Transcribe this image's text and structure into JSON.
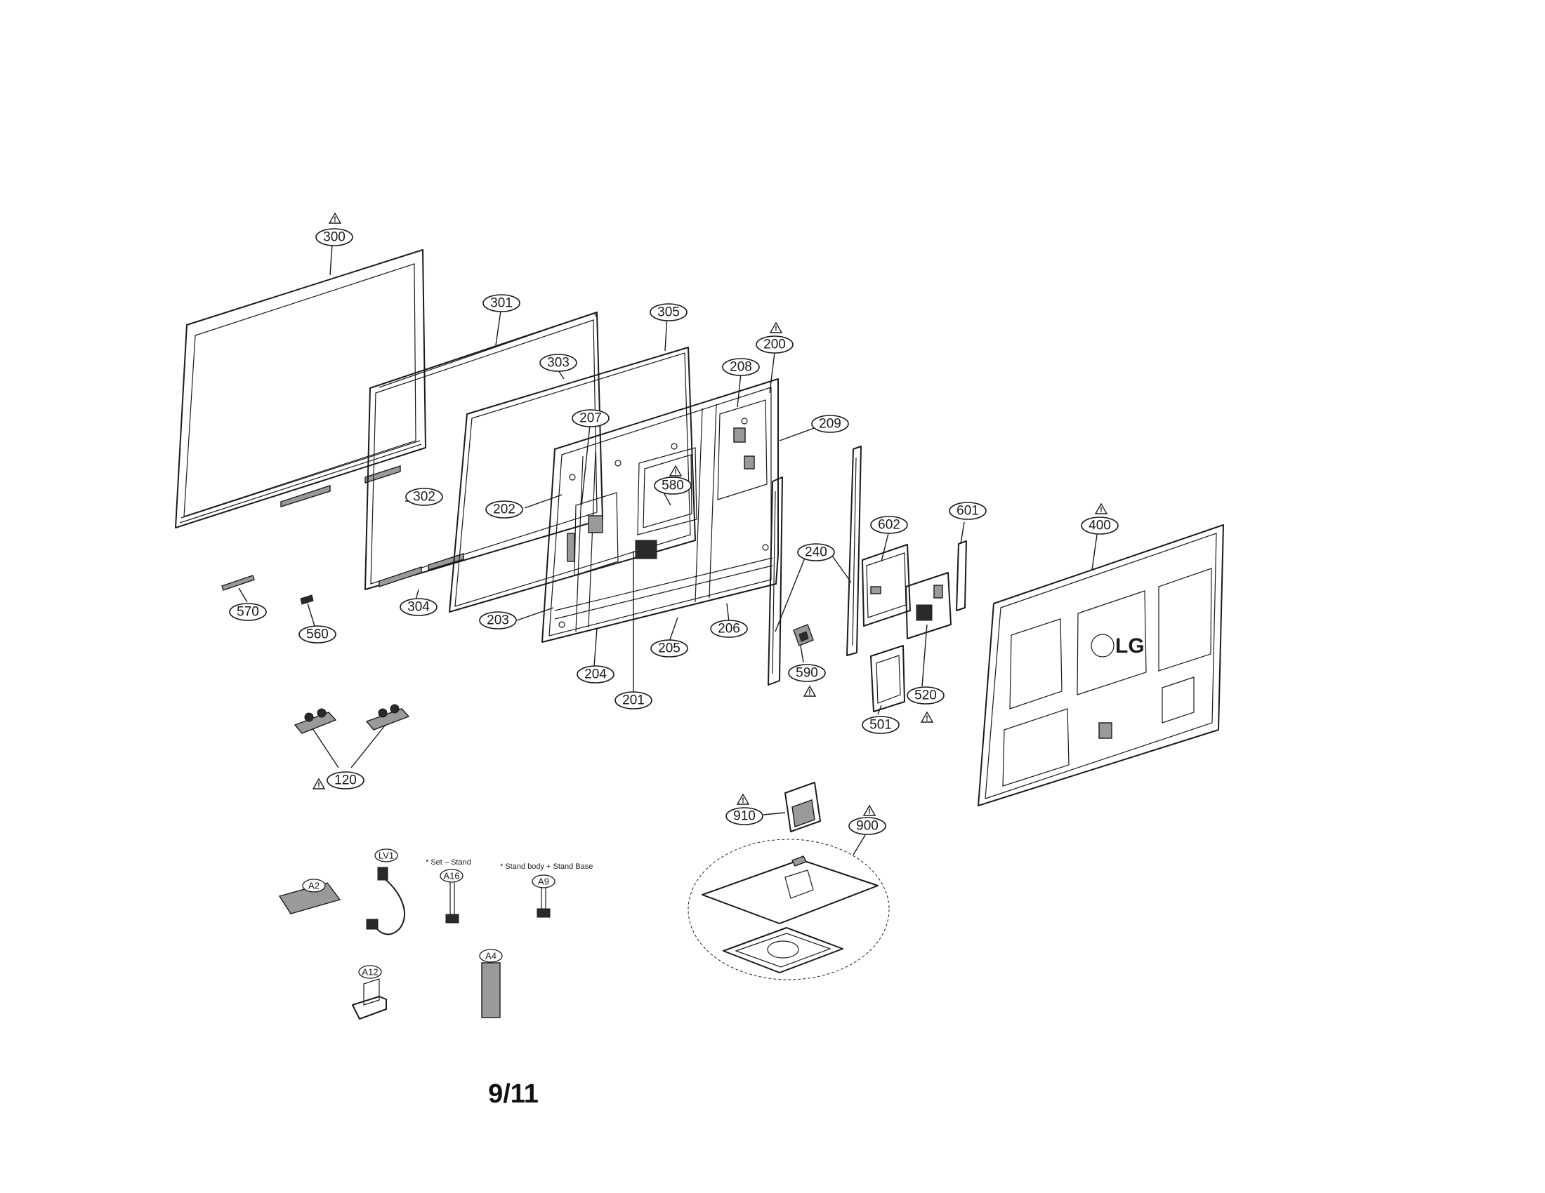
{
  "page_number": "9/11",
  "logo_text": "LG",
  "labels": {
    "l300": "300",
    "l301": "301",
    "l303": "303",
    "l305": "305",
    "l200": "200",
    "l208": "208",
    "l209": "209",
    "l207": "207",
    "l580": "580",
    "l202": "202",
    "l302": "302",
    "l304": "304",
    "l203": "203",
    "l204": "204",
    "l201": "201",
    "l205": "205",
    "l206": "206",
    "l240": "240",
    "l590": "590",
    "l602": "602",
    "l601": "601",
    "l501": "501",
    "l520": "520",
    "l400": "400",
    "l570": "570",
    "l560": "560",
    "l120": "120",
    "l910": "910",
    "l900": "900",
    "lLV1": "LV1",
    "lA2": "A2",
    "lA16": "A16",
    "lA9": "A9",
    "lA12": "A12",
    "lA4": "A4"
  },
  "notes": {
    "set_stand": "* Set – Stand",
    "stand_body_base": "* Stand body + Stand Base"
  },
  "warning_symbol": "!"
}
